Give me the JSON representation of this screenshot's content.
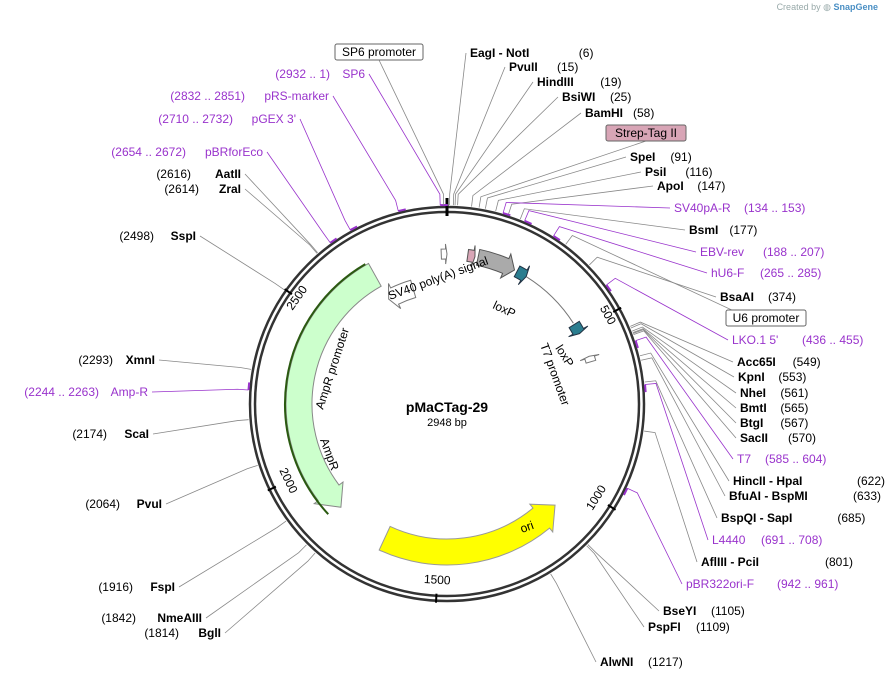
{
  "credit": {
    "prefix": "Created by",
    "brand": "SnapGene"
  },
  "plasmid": {
    "name": "pMaCTag-29",
    "length_label": "2948 bp",
    "length_bp": 2948
  },
  "scale_ticks": [
    "500",
    "1000",
    "1500",
    "2000",
    "2500"
  ],
  "colors": {
    "enzyme": "#000000",
    "primer": "#9933cc",
    "ori": "#ffff00",
    "ampr": "#ccffcc",
    "ampr_promoter": "#ffffff",
    "strep_tag": "#d8a5b6",
    "sv40pa": "#aaaaaa",
    "loxp": "#2a7d8f"
  },
  "features": [
    {
      "name": "ori",
      "label": "ori",
      "start": 1090,
      "end": 1678,
      "strand": -1
    },
    {
      "name": "AmpR",
      "label": "AmpR",
      "start": 1849,
      "end": 2709,
      "strand": -1
    },
    {
      "name": "AmpR promoter",
      "label": "AmpR promoter",
      "start": 2710,
      "end": 2814,
      "strand": -1
    },
    {
      "name": "Strep-Tag II",
      "label": "Strep-Tag II",
      "start": 65,
      "end": 88,
      "strand": 1
    },
    {
      "name": "SV40 poly(A) signal",
      "label": "SV40 poly(A) signal",
      "start": 98,
      "end": 219,
      "strand": 1
    },
    {
      "name": "loxP",
      "label": "loxP",
      "start": 228,
      "end": 261,
      "strand": 1
    },
    {
      "name": "loxP2",
      "label": "loxP",
      "start": 475,
      "end": 508,
      "strand": 1
    },
    {
      "name": "T7 promoter",
      "label": "T7 promoter",
      "start": 585,
      "end": 603,
      "strand": -1
    },
    {
      "name": "SP6 promoter",
      "label": "SP6 promoter",
      "start": 2930,
      "end": 2948,
      "strand": 1
    }
  ],
  "boxed_labels": [
    {
      "text": "SP6 promoter",
      "style": "plain"
    },
    {
      "text": "Strep-Tag II",
      "style": "pink"
    },
    {
      "text": "U6 promoter",
      "style": "plain"
    }
  ],
  "right_enzymes": [
    {
      "name": "EagI",
      "name2": "NotI",
      "pos": "(6)"
    },
    {
      "name": "PvuII",
      "pos": "(15)"
    },
    {
      "name": "HindIII",
      "pos": "(19)"
    },
    {
      "name": "BsiWI",
      "pos": "(25)"
    },
    {
      "name": "BamHI",
      "pos": "(58)"
    },
    {
      "name": "SpeI",
      "pos": "(91)"
    },
    {
      "name": "PsiI",
      "pos": "(116)"
    },
    {
      "name": "ApoI",
      "pos": "(147)"
    },
    {
      "name": "BsmI",
      "pos": "(177)"
    },
    {
      "name": "BsaAI",
      "pos": "(374)"
    },
    {
      "name": "Acc65I",
      "pos": "(549)"
    },
    {
      "name": "KpnI",
      "pos": "(553)"
    },
    {
      "name": "NheI",
      "pos": "(561)"
    },
    {
      "name": "BmtI",
      "pos": "(565)"
    },
    {
      "name": "BtgI",
      "pos": "(567)"
    },
    {
      "name": "SacII",
      "pos": "(570)"
    },
    {
      "name": "HincII",
      "name2": "HpaI",
      "pos": "(622)"
    },
    {
      "name": "BfuAI",
      "name2": "BspMI",
      "pos": "(633)"
    },
    {
      "name": "BspQI",
      "name2": "SapI",
      "pos": "(685)"
    },
    {
      "name": "AflIII",
      "name2": "PciI",
      "pos": "(801)"
    },
    {
      "name": "BseYI",
      "pos": "(1105)"
    },
    {
      "name": "PspFI",
      "pos": "(1109)"
    },
    {
      "name": "AlwNI",
      "pos": "(1217)"
    }
  ],
  "right_primers": [
    {
      "name": "SV40pA-R",
      "range": "(134 .. 153)"
    },
    {
      "name": "EBV-rev",
      "range": "(188 .. 207)"
    },
    {
      "name": "hU6-F",
      "range": "(265 .. 285)"
    },
    {
      "name": "LKO.1 5'",
      "range": "(436 .. 455)"
    },
    {
      "name": "T7",
      "range": "(585 .. 604)"
    },
    {
      "name": "L4440",
      "range": "(691 .. 708)"
    },
    {
      "name": "pBR322ori-F",
      "range": "(942 .. 961)"
    }
  ],
  "left_enzymes": [
    {
      "name": "AatII",
      "pos": "(2616)"
    },
    {
      "name": "ZraI",
      "pos": "(2614)"
    },
    {
      "name": "SspI",
      "pos": "(2498)"
    },
    {
      "name": "XmnI",
      "pos": "(2293)"
    },
    {
      "name": "ScaI",
      "pos": "(2174)"
    },
    {
      "name": "PvuI",
      "pos": "(2064)"
    },
    {
      "name": "FspI",
      "pos": "(1916)"
    },
    {
      "name": "NmeAIII",
      "pos": "(1842)"
    },
    {
      "name": "BglI",
      "pos": "(1814)"
    }
  ],
  "left_primers": [
    {
      "name": "SP6",
      "range": "(2932 .. 1)"
    },
    {
      "name": "pRS-marker",
      "range": "(2832 .. 2851)"
    },
    {
      "name": "pGEX 3'",
      "range": "(2710 .. 2732)"
    },
    {
      "name": "pBRforEco",
      "range": "(2654 .. 2672)"
    },
    {
      "name": "Amp-R",
      "range": "(2244 .. 2263)"
    }
  ]
}
